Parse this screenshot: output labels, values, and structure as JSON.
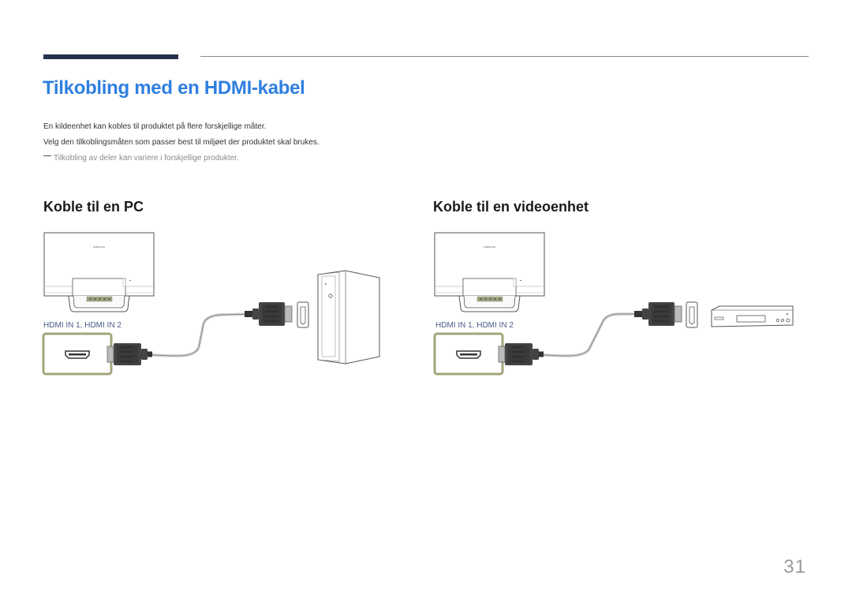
{
  "page": {
    "title": "Tilkobling med en HDMI-kabel",
    "intro_lines": [
      "En kildeenhet kan kobles til produktet på flere forskjellige måter.",
      "Velg den tilkoblingsmåten som passer best til miljøet der produktet skal brukes."
    ],
    "note": "Tilkobling av deler kan variere i forskjellige produkter.",
    "page_number": "31"
  },
  "sections": [
    {
      "heading": "Koble til en PC",
      "port_label": "HDMI IN 1, HDMI IN 2",
      "monitor_logo": "SAMSUNG",
      "device": "pc-tower"
    },
    {
      "heading": "Koble til en videoenhet",
      "port_label": "HDMI IN 1, HDMI IN 2",
      "monitor_logo": "SAMSUNG",
      "device": "video-player"
    }
  ],
  "colors": {
    "title": "#2f7fe0",
    "top_rule": "#263249",
    "port_highlight": "#a3a57a",
    "port_label": "#4a5d85"
  }
}
